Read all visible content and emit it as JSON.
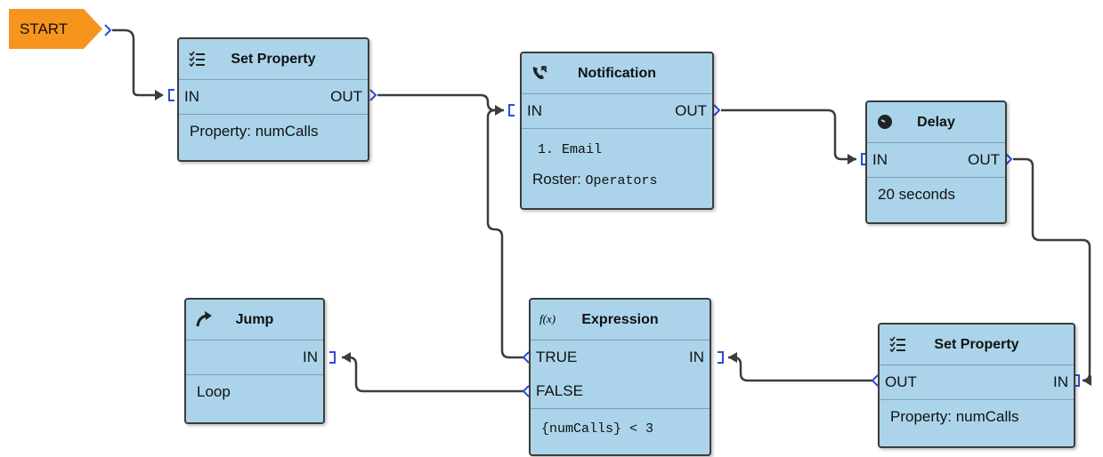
{
  "start": {
    "label": "START"
  },
  "set_property_1": {
    "title": "Set Property",
    "in": "IN",
    "out": "OUT",
    "body": "Property: numCalls",
    "icon": "checklist-icon"
  },
  "notification": {
    "title": "Notification",
    "in": "IN",
    "out": "OUT",
    "item": "1. Email",
    "roster_label": "Roster: ",
    "roster_value": "Operators",
    "icon": "phone-icon"
  },
  "delay": {
    "title": "Delay",
    "in": "IN",
    "out": "OUT",
    "body": "20 seconds",
    "icon": "clock-icon"
  },
  "set_property_2": {
    "title": "Set Property",
    "in": "IN",
    "out": "OUT",
    "body": "Property:  numCalls",
    "icon": "checklist-icon"
  },
  "expression": {
    "title": "Expression",
    "true_label": "TRUE",
    "false_label": "FALSE",
    "in": "IN",
    "body": "{numCalls} < 3",
    "icon_text": "f(x)",
    "icon": "function-icon"
  },
  "jump": {
    "title": "Jump",
    "in": "IN",
    "body": "Loop",
    "icon": "jump-arrow-icon"
  },
  "colors": {
    "block_fill": "#abd4ea",
    "block_border": "#3c3c3c",
    "start_fill": "#f7941d",
    "wire": "#3c3c3c",
    "port": "#2b4bd8"
  }
}
